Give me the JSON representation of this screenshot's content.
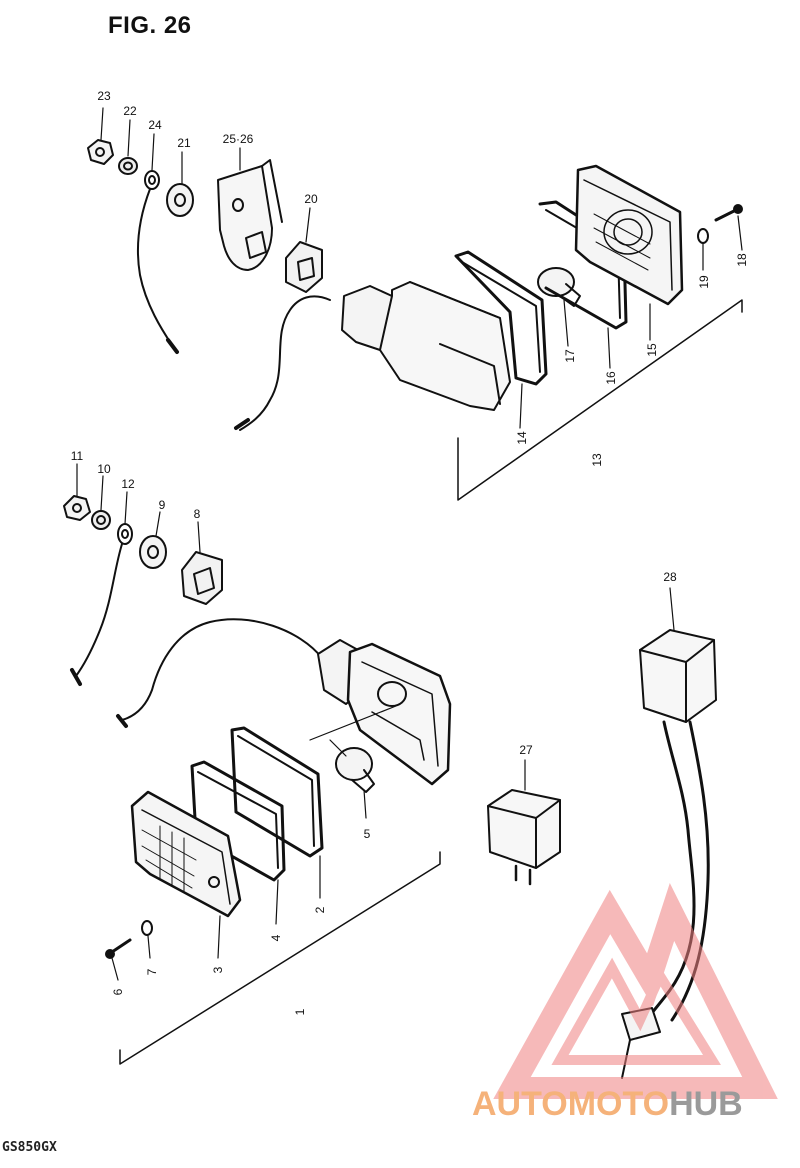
{
  "figure": {
    "title": "FIG. 26",
    "model": "GS850GX"
  },
  "callouts": {
    "c1": "1",
    "c2": "2",
    "c3": "3",
    "c4": "4",
    "c5": "5",
    "c6": "6",
    "c7": "7",
    "c8": "8",
    "c9": "9",
    "c10": "10",
    "c11": "11",
    "c12": "12",
    "c13": "13",
    "c14": "14",
    "c15": "15",
    "c16": "16",
    "c17": "17",
    "c18": "18",
    "c19": "19",
    "c20": "20",
    "c21": "21",
    "c22": "22",
    "c23": "23",
    "c24": "24",
    "c25_26": "25·26",
    "c27": "27",
    "c28": "28"
  },
  "watermark": {
    "part1": "AUTOMOTO",
    "part2": "HUB",
    "color1": "#f5b27a",
    "color2": "#9a9a9a",
    "logo_color": "#f08080"
  }
}
